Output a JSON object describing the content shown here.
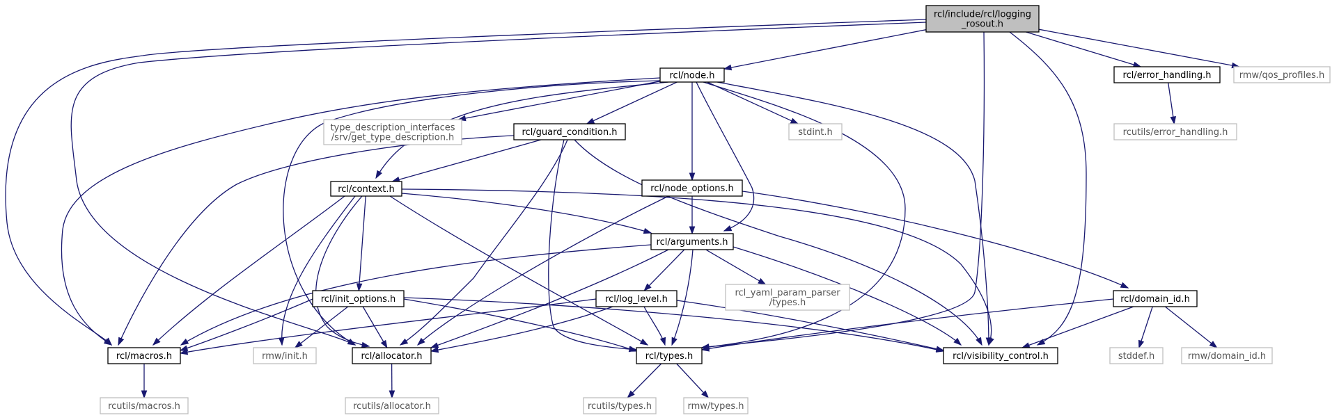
{
  "diagram": {
    "type": "include-dependency-graph",
    "nodes": [
      {
        "id": "logging_rosout",
        "lines": [
          "rcl/include/rcl/logging",
          "_rosout.h"
        ],
        "kind": "main"
      },
      {
        "id": "node",
        "lines": [
          "rcl/node.h"
        ],
        "kind": "local"
      },
      {
        "id": "error_handling",
        "lines": [
          "rcl/error_handling.h"
        ],
        "kind": "local"
      },
      {
        "id": "qos_profiles",
        "lines": [
          "rmw/qos_profiles.h"
        ],
        "kind": "ext"
      },
      {
        "id": "rcutils_error_handling",
        "lines": [
          "rcutils/error_handling.h"
        ],
        "kind": "ext"
      },
      {
        "id": "type_desc",
        "lines": [
          "type_description_interfaces",
          "/srv/get_type_description.h"
        ],
        "kind": "ext"
      },
      {
        "id": "guard_condition",
        "lines": [
          "rcl/guard_condition.h"
        ],
        "kind": "local"
      },
      {
        "id": "stdint",
        "lines": [
          "stdint.h"
        ],
        "kind": "ext"
      },
      {
        "id": "context",
        "lines": [
          "rcl/context.h"
        ],
        "kind": "local"
      },
      {
        "id": "node_options",
        "lines": [
          "rcl/node_options.h"
        ],
        "kind": "local"
      },
      {
        "id": "arguments",
        "lines": [
          "rcl/arguments.h"
        ],
        "kind": "local"
      },
      {
        "id": "init_options",
        "lines": [
          "rcl/init_options.h"
        ],
        "kind": "local"
      },
      {
        "id": "log_level",
        "lines": [
          "rcl/log_level.h"
        ],
        "kind": "local"
      },
      {
        "id": "yaml_types",
        "lines": [
          "rcl_yaml_param_parser",
          "/types.h"
        ],
        "kind": "ext"
      },
      {
        "id": "domain_id",
        "lines": [
          "rcl/domain_id.h"
        ],
        "kind": "local"
      },
      {
        "id": "macros",
        "lines": [
          "rcl/macros.h"
        ],
        "kind": "local"
      },
      {
        "id": "rmw_init",
        "lines": [
          "rmw/init.h"
        ],
        "kind": "ext"
      },
      {
        "id": "allocator",
        "lines": [
          "rcl/allocator.h"
        ],
        "kind": "local"
      },
      {
        "id": "types",
        "lines": [
          "rcl/types.h"
        ],
        "kind": "local"
      },
      {
        "id": "visibility",
        "lines": [
          "rcl/visibility_control.h"
        ],
        "kind": "local"
      },
      {
        "id": "stddef",
        "lines": [
          "stddef.h"
        ],
        "kind": "ext"
      },
      {
        "id": "rmw_domain_id",
        "lines": [
          "rmw/domain_id.h"
        ],
        "kind": "ext"
      },
      {
        "id": "rcutils_macros",
        "lines": [
          "rcutils/macros.h"
        ],
        "kind": "ext"
      },
      {
        "id": "rcutils_allocator",
        "lines": [
          "rcutils/allocator.h"
        ],
        "kind": "ext"
      },
      {
        "id": "rcutils_types",
        "lines": [
          "rcutils/types.h"
        ],
        "kind": "ext"
      },
      {
        "id": "rmw_types",
        "lines": [
          "rmw/types.h"
        ],
        "kind": "ext"
      }
    ],
    "edges": [
      [
        "logging_rosout",
        "node"
      ],
      [
        "logging_rosout",
        "error_handling"
      ],
      [
        "logging_rosout",
        "qos_profiles"
      ],
      [
        "logging_rosout",
        "macros"
      ],
      [
        "logging_rosout",
        "allocator"
      ],
      [
        "logging_rosout",
        "types"
      ],
      [
        "logging_rosout",
        "visibility"
      ],
      [
        "error_handling",
        "rcutils_error_handling"
      ],
      [
        "node",
        "type_desc"
      ],
      [
        "node",
        "guard_condition"
      ],
      [
        "node",
        "stdint"
      ],
      [
        "node",
        "context"
      ],
      [
        "node",
        "node_options"
      ],
      [
        "node",
        "arguments"
      ],
      [
        "node",
        "macros"
      ],
      [
        "node",
        "allocator"
      ],
      [
        "node",
        "types"
      ],
      [
        "node",
        "visibility"
      ],
      [
        "guard_condition",
        "context"
      ],
      [
        "guard_condition",
        "macros"
      ],
      [
        "guard_condition",
        "allocator"
      ],
      [
        "guard_condition",
        "types"
      ],
      [
        "guard_condition",
        "visibility"
      ],
      [
        "context",
        "arguments"
      ],
      [
        "context",
        "init_options"
      ],
      [
        "context",
        "macros"
      ],
      [
        "context",
        "rmw_init"
      ],
      [
        "context",
        "allocator"
      ],
      [
        "context",
        "types"
      ],
      [
        "context",
        "visibility"
      ],
      [
        "node_options",
        "arguments"
      ],
      [
        "node_options",
        "domain_id"
      ],
      [
        "node_options",
        "allocator"
      ],
      [
        "arguments",
        "log_level"
      ],
      [
        "arguments",
        "yaml_types"
      ],
      [
        "arguments",
        "macros"
      ],
      [
        "arguments",
        "allocator"
      ],
      [
        "arguments",
        "types"
      ],
      [
        "arguments",
        "visibility"
      ],
      [
        "init_options",
        "macros"
      ],
      [
        "init_options",
        "rmw_init"
      ],
      [
        "init_options",
        "allocator"
      ],
      [
        "init_options",
        "types"
      ],
      [
        "init_options",
        "visibility"
      ],
      [
        "log_level",
        "macros"
      ],
      [
        "log_level",
        "allocator"
      ],
      [
        "log_level",
        "types"
      ],
      [
        "log_level",
        "visibility"
      ],
      [
        "domain_id",
        "types"
      ],
      [
        "domain_id",
        "visibility"
      ],
      [
        "domain_id",
        "stddef"
      ],
      [
        "domain_id",
        "rmw_domain_id"
      ],
      [
        "macros",
        "rcutils_macros"
      ],
      [
        "allocator",
        "rcutils_allocator"
      ],
      [
        "types",
        "rcutils_types"
      ],
      [
        "types",
        "rmw_types"
      ]
    ]
  }
}
